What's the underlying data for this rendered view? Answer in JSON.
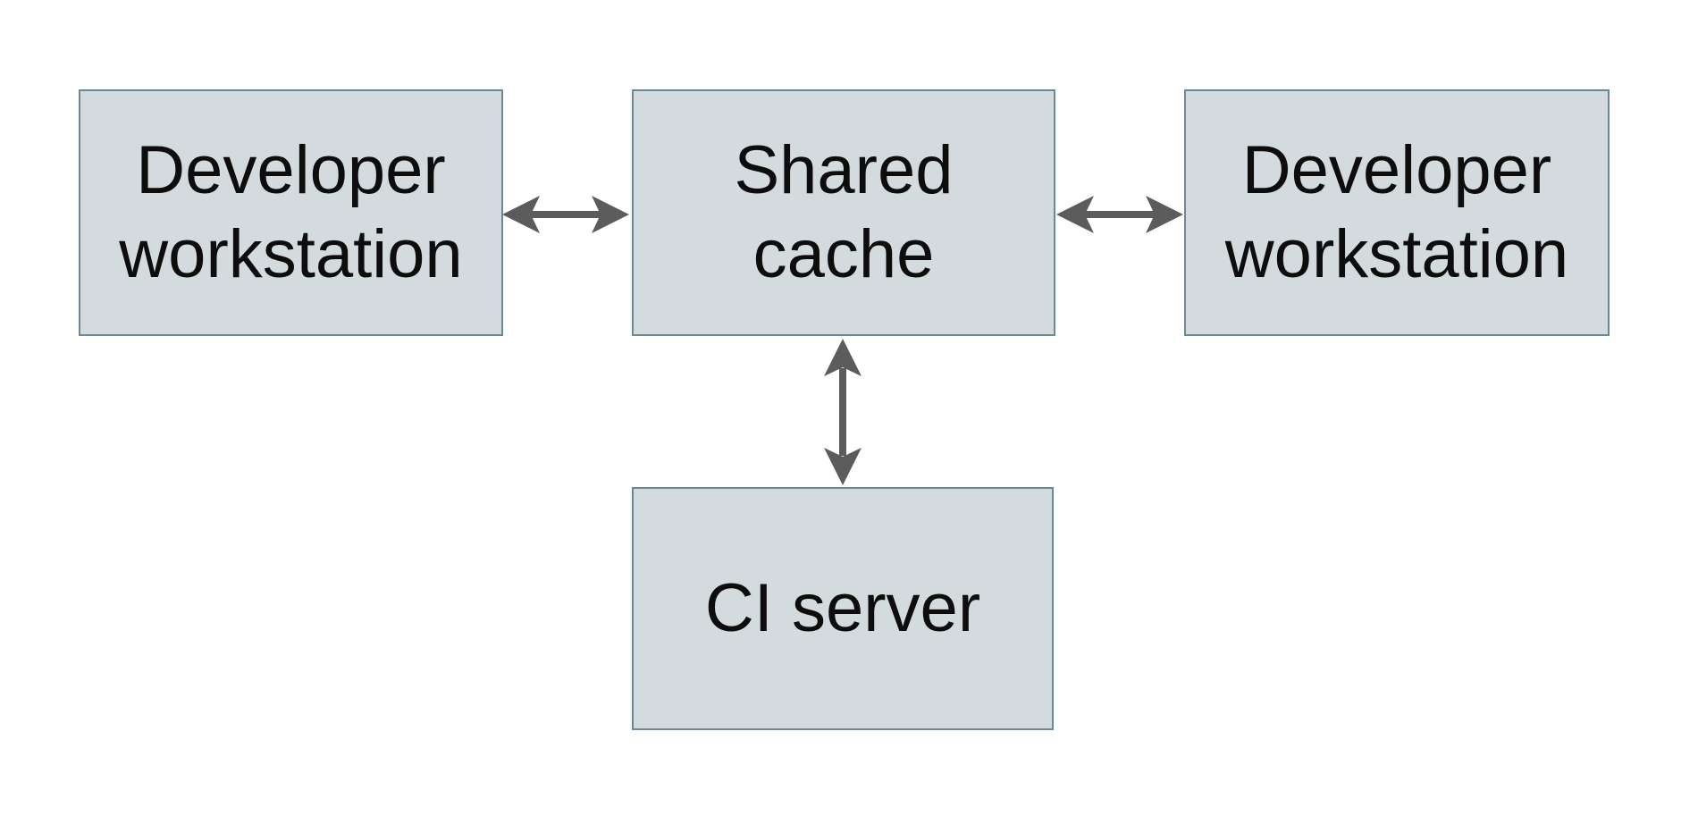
{
  "diagram": {
    "type": "architecture-diagram",
    "nodes": {
      "developer_workstation_left": {
        "label": "Developer workstation"
      },
      "shared_cache": {
        "label": "Shared cache"
      },
      "developer_workstation_right": {
        "label": "Developer workstation"
      },
      "ci_server": {
        "label": "CI server"
      }
    },
    "edges": [
      {
        "from": "developer_workstation_left",
        "to": "shared_cache",
        "direction": "bidirectional"
      },
      {
        "from": "shared_cache",
        "to": "developer_workstation_right",
        "direction": "bidirectional"
      },
      {
        "from": "shared_cache",
        "to": "ci_server",
        "direction": "bidirectional"
      }
    ],
    "colors": {
      "node_fill": "#d3dbde",
      "node_border": "#6b8894",
      "arrow": "#5c5c5c",
      "text": "#0d0d0d",
      "background": "#ffffff"
    }
  }
}
